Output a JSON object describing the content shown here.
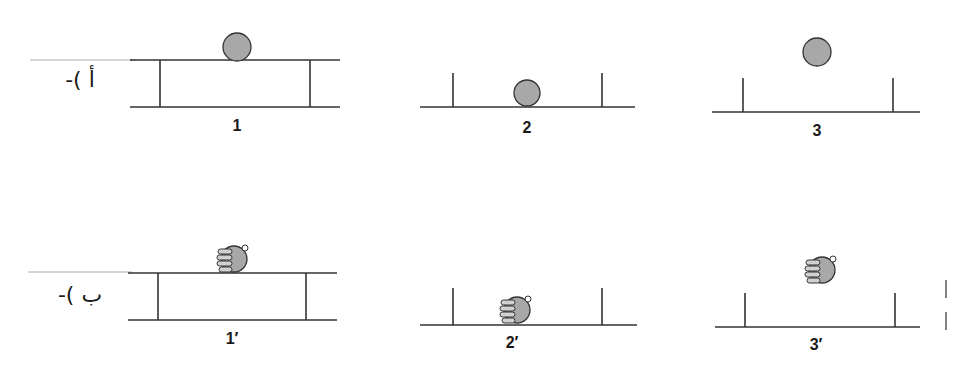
{
  "diagram": {
    "labels": [
      "أ )-",
      "1",
      "2",
      "3",
      "ب )-",
      "1′",
      "2′",
      "3′"
    ]
  }
}
